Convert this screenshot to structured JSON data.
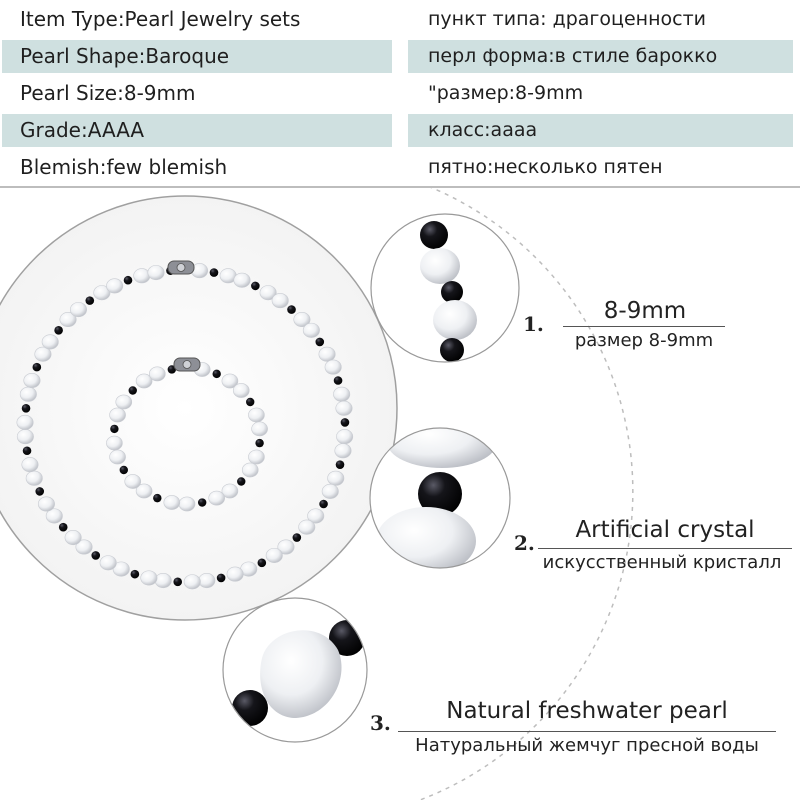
{
  "specs": [
    {
      "en": "Item Type:Pearl Jewelry sets",
      "ru": "пункт типа: драгоценности",
      "shaded": false
    },
    {
      "en": "Pearl Shape:Baroque",
      "ru": "перл форма:в стиле барокко",
      "shaded": true
    },
    {
      "en": "Pearl Size:8-9mm",
      "ru": "\"размер:8-9mm",
      "shaded": false
    },
    {
      "en": "Grade:AAAA",
      "ru": "класс:аааа",
      "shaded": true
    },
    {
      "en": "Blemish:few blemish",
      "ru": "пятно:несколько пятен",
      "shaded": false
    }
  ],
  "features": [
    {
      "number": "1.",
      "title": "8-9mm",
      "subtitle": "размер 8-9mm"
    },
    {
      "number": "2.",
      "title": "Artificial crystal",
      "subtitle": "искусственный кристалл"
    },
    {
      "number": "3.",
      "title": "Natural freshwater pearl",
      "subtitle": "Натуральный жемчуг пресной воды"
    }
  ],
  "colors": {
    "row_shade": "#cfe0e0",
    "pearl": "#f4f4f6",
    "crystal": "#0b0b0e",
    "circle_stroke": "#a0a0a0"
  }
}
